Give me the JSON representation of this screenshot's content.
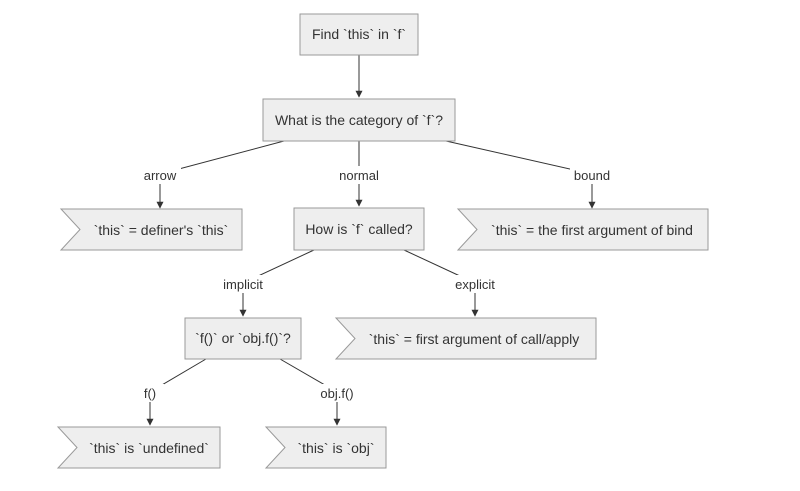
{
  "nodes": {
    "start": "Find `this` in `f`",
    "category": "What is the category of `f`?",
    "arrow_result": "`this` = definer's `this`",
    "how_called": "How is `f` called?",
    "bound_result": "`this` = the first argument of bind",
    "call_form": "`f()` or `obj.f()`?",
    "explicit_result": "`this` = first argument of call/apply",
    "undefined_result": "`this` is `undefined`",
    "obj_result": "`this` is `obj`"
  },
  "edges": {
    "arrow": "arrow",
    "normal": "normal",
    "bound": "bound",
    "implicit": "implicit",
    "explicit": "explicit",
    "plain_call": "f()",
    "method_call": "obj.f()"
  },
  "colors": {
    "node_fill": "#eeeeee",
    "node_border": "#999999",
    "edge": "#333333",
    "text": "#333333"
  }
}
